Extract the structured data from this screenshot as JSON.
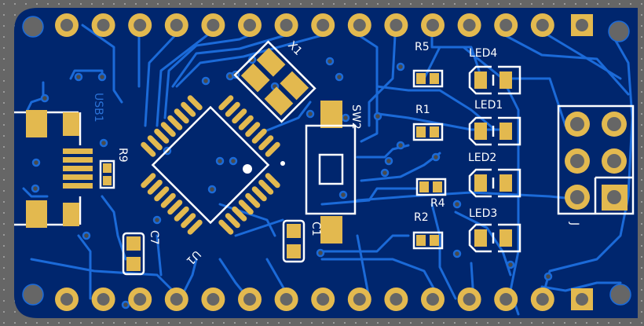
{
  "colors": {
    "board": "#00266e",
    "trace": "#1b6ad8",
    "pad": "#e3b94f",
    "silk": "#ffffff",
    "background": "#666666"
  },
  "labels": {
    "x1": "X1",
    "usb1": "USB1",
    "r9": "R9",
    "c7": "C7",
    "u1": "U1",
    "c1": "C1",
    "sw2": "SW2",
    "r5": "R5",
    "led4": "LED4",
    "r1": "R1",
    "led1": "LED1",
    "led2": "LED2",
    "r4": "R4",
    "r2": "R2",
    "led3": "LED3",
    "j": "J"
  }
}
